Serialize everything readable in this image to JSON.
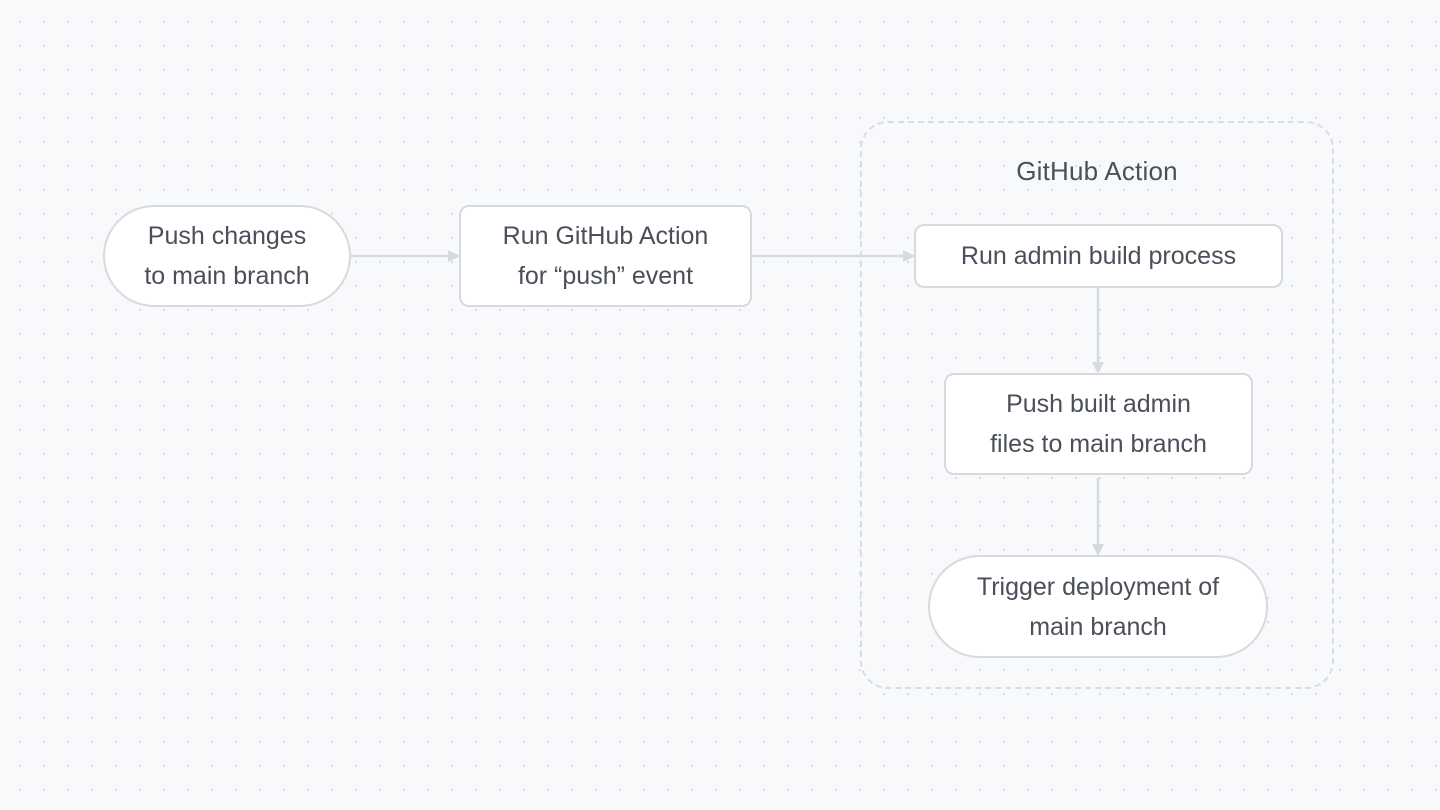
{
  "diagram": {
    "group": {
      "label": "GitHub Action"
    },
    "nodes": [
      {
        "id": "push-changes",
        "label": "Push changes\nto main branch",
        "shape": "pill"
      },
      {
        "id": "run-action",
        "label": "Run GitHub Action\nfor “push” event",
        "shape": "rounded-rect"
      },
      {
        "id": "run-build",
        "label": "Run admin build process",
        "shape": "rounded-rect"
      },
      {
        "id": "push-built",
        "label": "Push built admin\nfiles to main branch",
        "shape": "rounded-rect"
      },
      {
        "id": "trigger-deploy",
        "label": "Trigger deployment of\nmain branch",
        "shape": "pill"
      }
    ],
    "edges": [
      {
        "from": "push-changes",
        "to": "run-action"
      },
      {
        "from": "run-action",
        "to": "run-build"
      },
      {
        "from": "run-build",
        "to": "push-built"
      },
      {
        "from": "push-built",
        "to": "trigger-deploy"
      }
    ],
    "colors": {
      "background": "#f8f9fb",
      "grid_dot": "#dcdfe5",
      "node_fill": "#ffffff",
      "node_border": "#d6d9df",
      "connector": "#d6d9df",
      "group_border": "#d9dce2",
      "text": "#4a4f5a"
    }
  }
}
